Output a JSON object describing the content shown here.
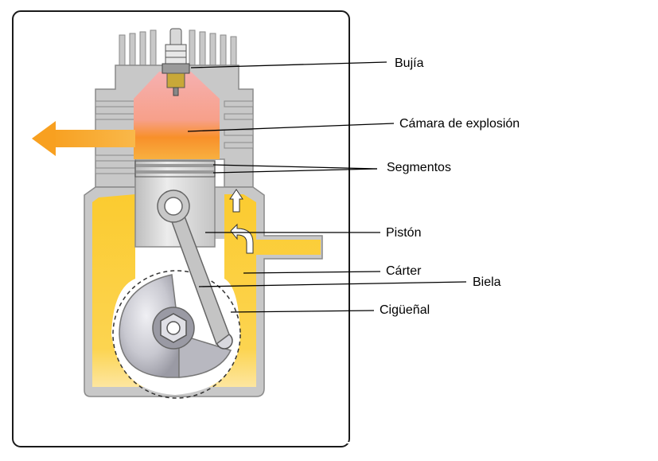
{
  "labels": {
    "bujia": "Bujía",
    "camara": "Cámara de explosión",
    "segmentos": "Segmentos",
    "piston": "Pistón",
    "carter": "Cárter",
    "biela": "Biela",
    "cigueenal": "Cigüeñal"
  },
  "colors": {
    "frame_border": "#1a1a1a",
    "engine_grey": "#c8c8c8",
    "engine_grey_dark": "#8a8a8a",
    "crankcase_yellow": "#fbcf3c",
    "crankcase_yellow_light": "#fde38a",
    "chamber_red": "#f4a0a0",
    "chamber_orange": "#f8a030",
    "exhaust_orange": "#f8a020",
    "piston_grey": "#d4d4d4",
    "crank_grey": "#c0c0c8"
  }
}
